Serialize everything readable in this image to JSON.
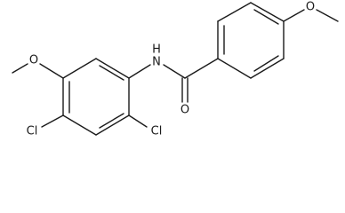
{
  "labels": {
    "n": "N",
    "h": "H",
    "o_carbonyl": "O",
    "o_methoxy_left": "O",
    "o_methoxy_right": "O",
    "cl_left": "Cl",
    "cl_right": "Cl"
  }
}
